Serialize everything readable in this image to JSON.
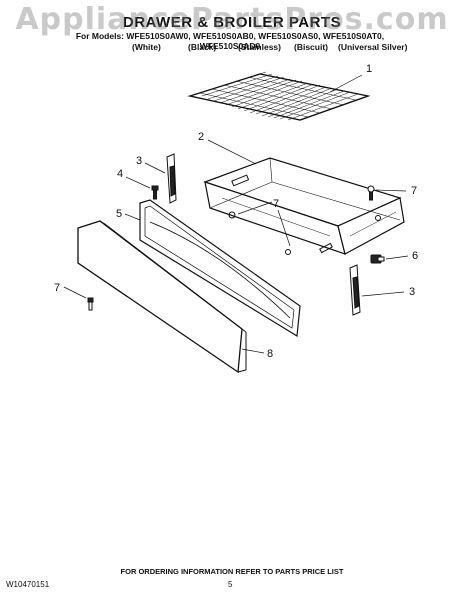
{
  "watermark": "AppliancePartsPros.com",
  "title": "DRAWER & BROILER PARTS",
  "models_line": "For Models: WFE510S0AW0, WFE510S0AB0, WFE510S0AS0, WFE510S0AT0, WFE510S0AD0",
  "finishes": [
    "(White)",
    "(Black)",
    "(Stainless)",
    "(Biscuit)",
    "(Universal Silver)"
  ],
  "callouts": {
    "c1": "1",
    "c2": "2",
    "c3a": "3",
    "c3b": "3",
    "c4": "4",
    "c5": "5",
    "c6": "6",
    "c7a": "7",
    "c7b": "7",
    "c7c": "7",
    "c8": "8"
  },
  "footer": {
    "note": "FOR ORDERING INFORMATION REFER TO PARTS PRICE LIST",
    "doc_id": "W10470151",
    "page": "5"
  }
}
